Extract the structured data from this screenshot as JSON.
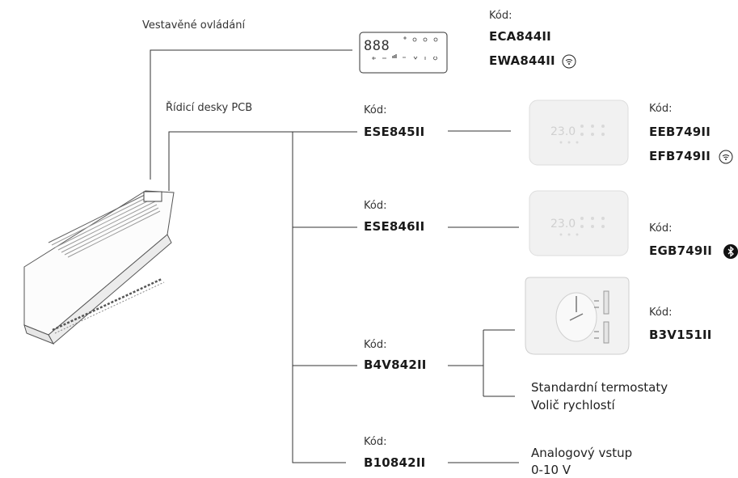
{
  "labels": {
    "builtin_control": "Vestavěné ovládání",
    "pcb_boards": "Řídicí desky PCB"
  },
  "code_label": "Kód:",
  "panel": {
    "codes": [
      "ECA844II",
      "EWA844II"
    ],
    "display_digits": "888"
  },
  "boards": [
    {
      "code": "ESE845II"
    },
    {
      "code": "ESE846II"
    },
    {
      "code": "B4V842II"
    },
    {
      "code": "B10842II"
    }
  ],
  "devices": {
    "thermostat_wifi": {
      "codes": [
        "EEB749II",
        "EFB749II"
      ],
      "display": "23.0"
    },
    "thermostat_bt": {
      "codes": [
        "EGB749II"
      ],
      "display": "23.0"
    },
    "analog_thermostat": {
      "codes": [
        "B3V151II"
      ]
    }
  },
  "texts": {
    "standard_thermostats": "Standardní termostaty",
    "speed_selector": "Volič rychlostí",
    "analog_input": "Analogový vstup",
    "analog_range": "0-10 V"
  },
  "colors": {
    "line": "#333333",
    "device_bg": "#f1f1f1"
  }
}
